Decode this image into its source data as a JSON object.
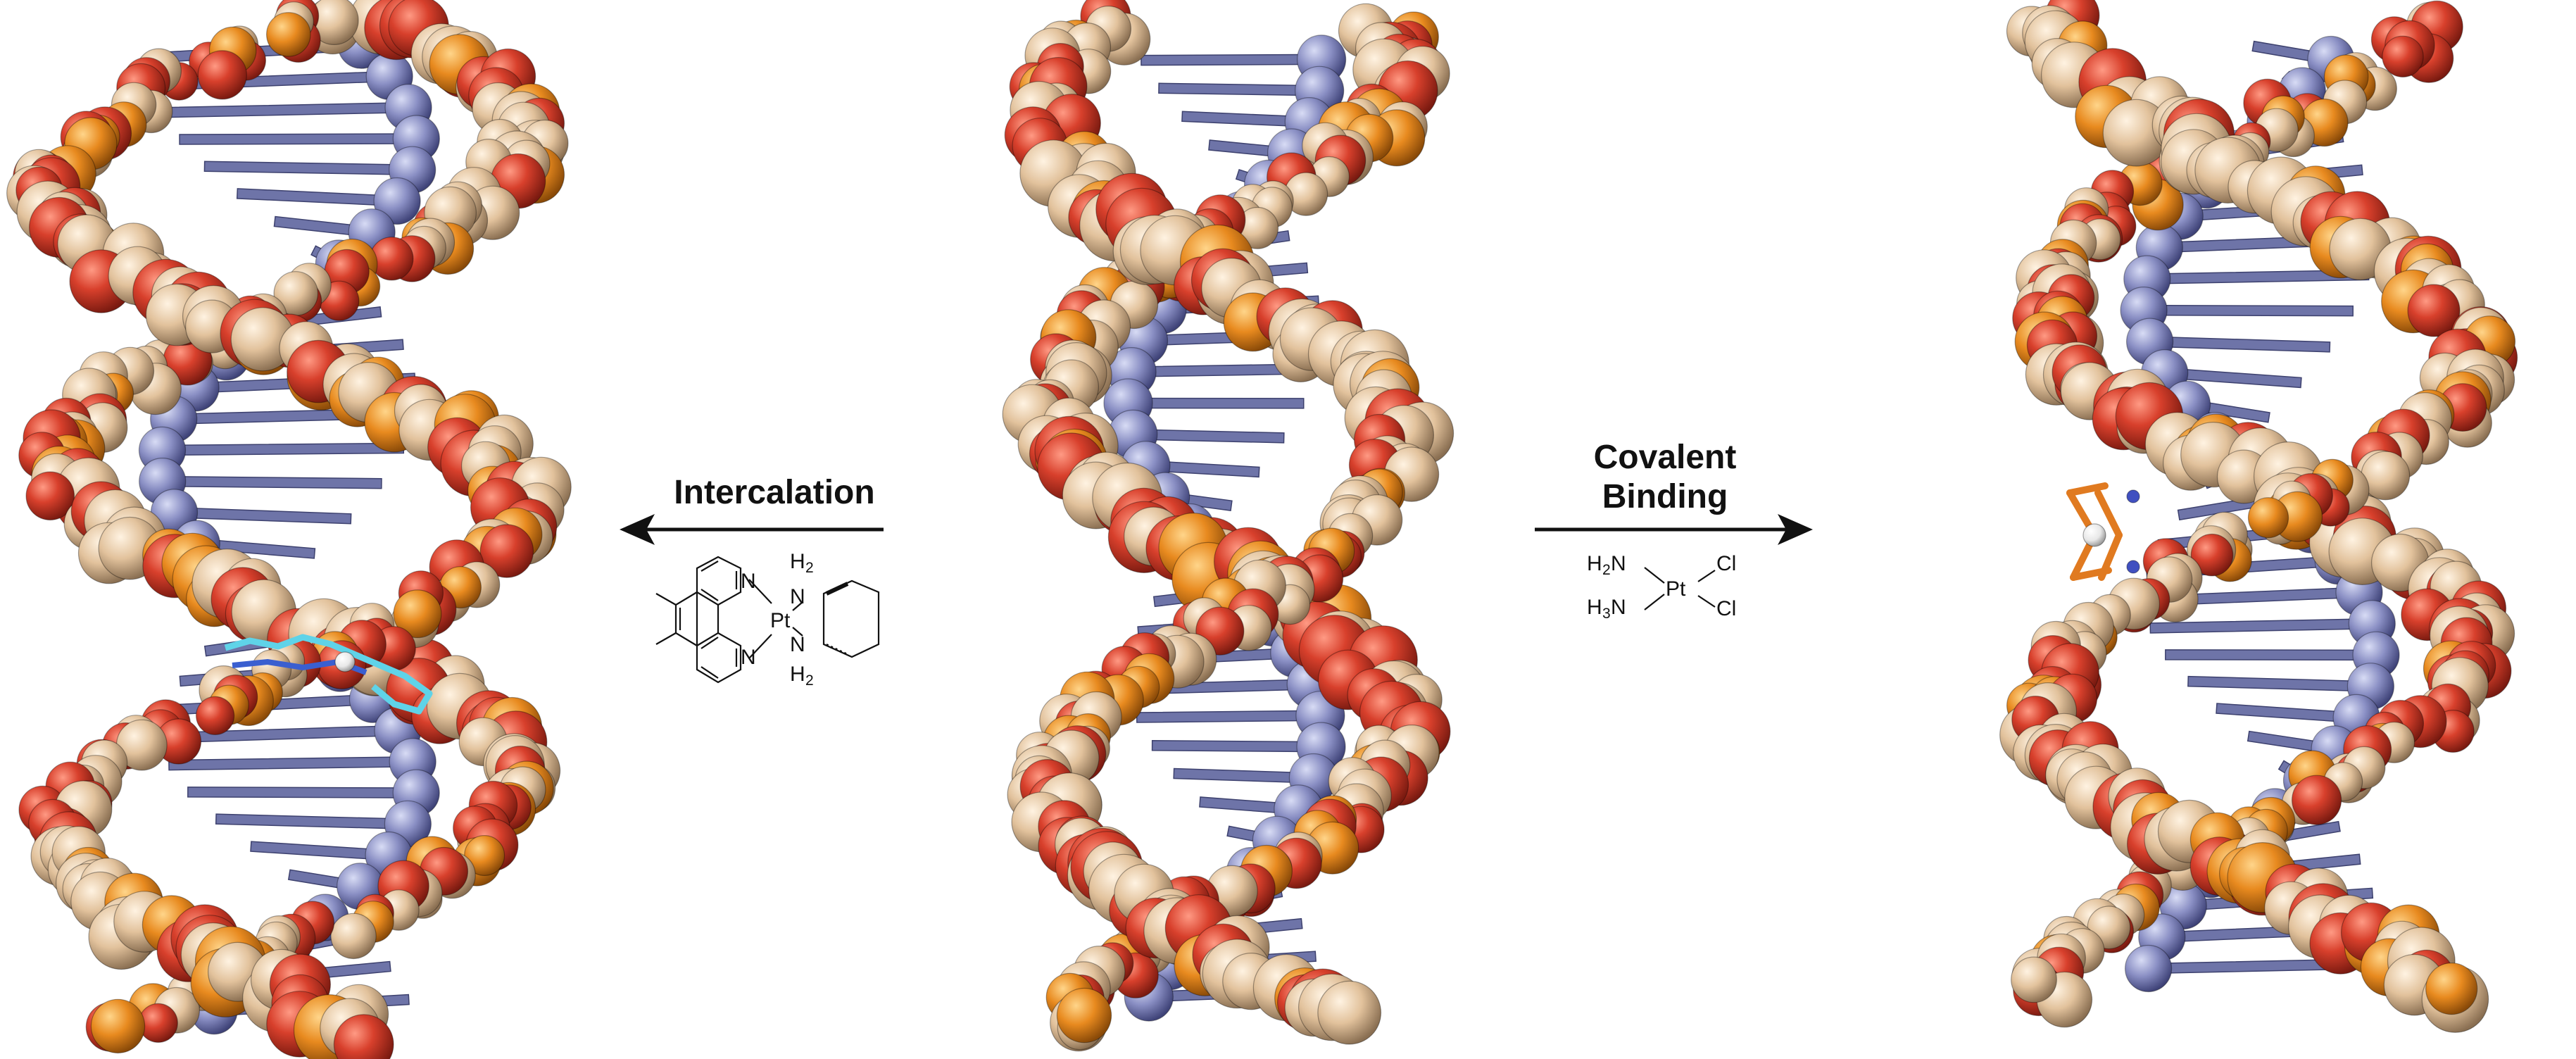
{
  "labels": {
    "intercalation": "Intercalation",
    "covalent_line1": "Covalent",
    "covalent_line2": "Binding"
  },
  "left_structure": {
    "atoms": {
      "N_top": "N",
      "N_bottom": "N",
      "Pt": "Pt",
      "NH2_top_N": "N",
      "NH2_top_H": "H",
      "NH2_top_sub": "2",
      "NH2_bot_N": "N",
      "NH2_bot_H": "H",
      "NH2_bot_sub": "2"
    }
  },
  "right_structure": {
    "atoms": {
      "h2n_H": "H",
      "h2n_sub": "2",
      "h2n_N": "N",
      "h3n_H": "H",
      "h3n_sub": "3",
      "h3n_N": "N",
      "Pt": "Pt",
      "Cl_top": "Cl",
      "Cl_bottom": "Cl"
    }
  },
  "colors": {
    "phosphorus": "#e88a1f",
    "oxygen": "#d8402c",
    "carbon": "#e6c8a4",
    "nitrogen": "#8a8fc4",
    "base_slab": "#6e74a8",
    "ligand": "#5fd3e8",
    "cisplatin": "#e07a20",
    "arrow": "#111111"
  }
}
